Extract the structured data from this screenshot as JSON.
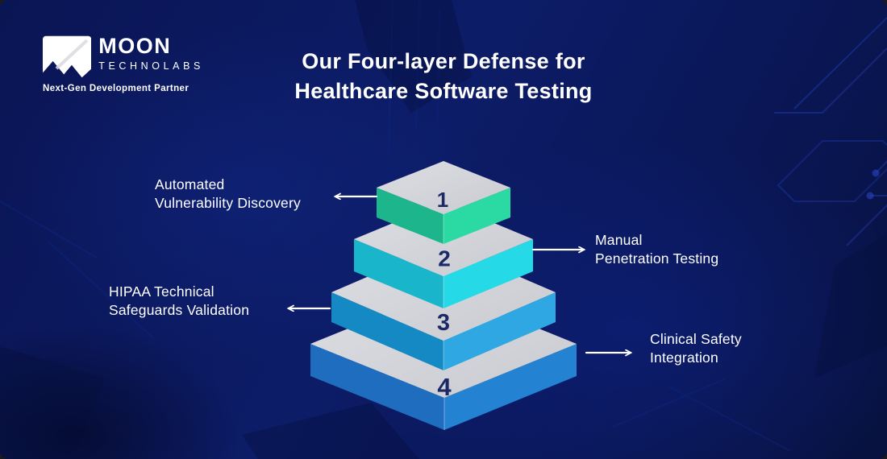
{
  "brand": {
    "name": "MOON",
    "sub": "TECHNOLABS",
    "tagline": "Next-Gen Development Partner"
  },
  "title": {
    "line1": "Our Four-layer Defense for",
    "line2": "Healthcare Software Testing"
  },
  "colors": {
    "background": "#0b1a5e",
    "title_text": "#ffffff",
    "label_text": "#ffffff",
    "number_text": "#1b2a66",
    "arrow": "#ffffff",
    "circuit_line": "#2443c0"
  },
  "pyramid": {
    "top_gradient": [
      "#dcdee2",
      "#c9cbd1"
    ],
    "layers": [
      {
        "number": "1",
        "side": "left",
        "label_line1": "Automated",
        "label_line2": "Vulnerability Discovery",
        "face_left": "#1db68c",
        "face_right": "#2bd9a2"
      },
      {
        "number": "2",
        "side": "right",
        "label_line1": "Manual",
        "label_line2": "Penetration Testing",
        "face_left": "#19b5cb",
        "face_right": "#25d9e6"
      },
      {
        "number": "3",
        "side": "left",
        "label_line1": "HIPAA Technical",
        "label_line2": "Safeguards Validation",
        "face_left": "#1489c4",
        "face_right": "#2ea7e2"
      },
      {
        "number": "4",
        "side": "right",
        "label_line1": "Clinical Safety",
        "label_line2": "Integration",
        "face_left": "#1e6dbf",
        "face_right": "#2383d2"
      }
    ]
  }
}
